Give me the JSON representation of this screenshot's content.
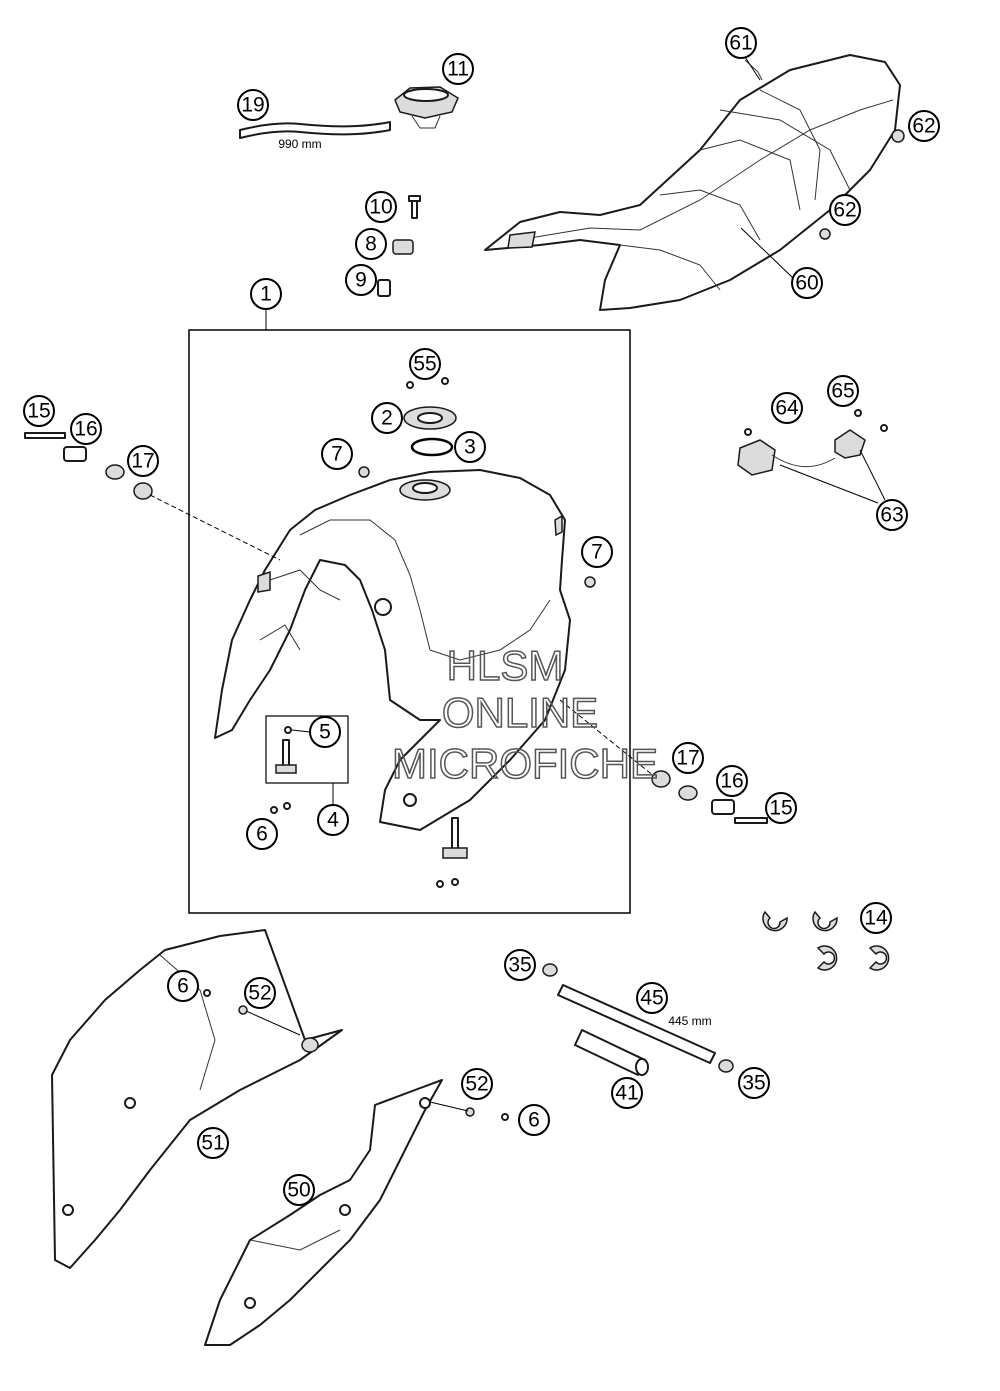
{
  "dimensions": {
    "hose_length": "990 mm",
    "tube_length": "445 mm"
  },
  "watermark": {
    "line1": "HLSM",
    "line2": "ONLINE",
    "line3": "MICROFICHE"
  },
  "callouts": [
    {
      "id": "c61",
      "label": "61"
    },
    {
      "id": "c11",
      "label": "11"
    },
    {
      "id": "c19",
      "label": "19"
    },
    {
      "id": "c62a",
      "label": "62"
    },
    {
      "id": "c62b",
      "label": "62"
    },
    {
      "id": "c60",
      "label": "60"
    },
    {
      "id": "c10",
      "label": "10"
    },
    {
      "id": "c8",
      "label": "8"
    },
    {
      "id": "c9",
      "label": "9"
    },
    {
      "id": "c1",
      "label": "1"
    },
    {
      "id": "c55",
      "label": "55"
    },
    {
      "id": "c2",
      "label": "2"
    },
    {
      "id": "c3",
      "label": "3"
    },
    {
      "id": "c7a",
      "label": "7"
    },
    {
      "id": "c7b",
      "label": "7"
    },
    {
      "id": "c15a",
      "label": "15"
    },
    {
      "id": "c16a",
      "label": "16"
    },
    {
      "id": "c17a",
      "label": "17"
    },
    {
      "id": "c64",
      "label": "64"
    },
    {
      "id": "c65",
      "label": "65"
    },
    {
      "id": "c63",
      "label": "63"
    },
    {
      "id": "c5",
      "label": "5"
    },
    {
      "id": "c4",
      "label": "4"
    },
    {
      "id": "c6a",
      "label": "6"
    },
    {
      "id": "c17b",
      "label": "17"
    },
    {
      "id": "c16b",
      "label": "16"
    },
    {
      "id": "c15b",
      "label": "15"
    },
    {
      "id": "c14",
      "label": "14"
    },
    {
      "id": "c35a",
      "label": "35"
    },
    {
      "id": "c45",
      "label": "45"
    },
    {
      "id": "c35b",
      "label": "35"
    },
    {
      "id": "c41",
      "label": "41"
    },
    {
      "id": "c6b",
      "label": "6"
    },
    {
      "id": "c52a",
      "label": "52"
    },
    {
      "id": "c51",
      "label": "51"
    },
    {
      "id": "c52b",
      "label": "52"
    },
    {
      "id": "c6c",
      "label": "6"
    },
    {
      "id": "c50",
      "label": "50"
    }
  ]
}
